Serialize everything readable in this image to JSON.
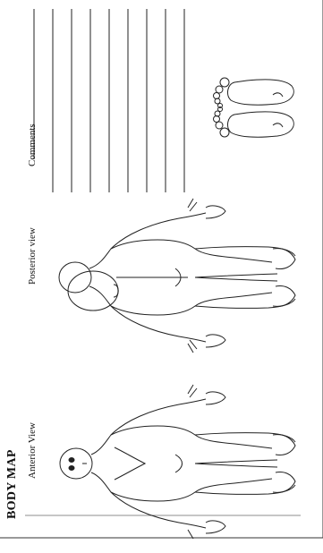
{
  "title": "BODY MAP",
  "labels": {
    "anterior": "Anterior View",
    "posterior": "Posterior view",
    "comments": "Comments"
  }
}
